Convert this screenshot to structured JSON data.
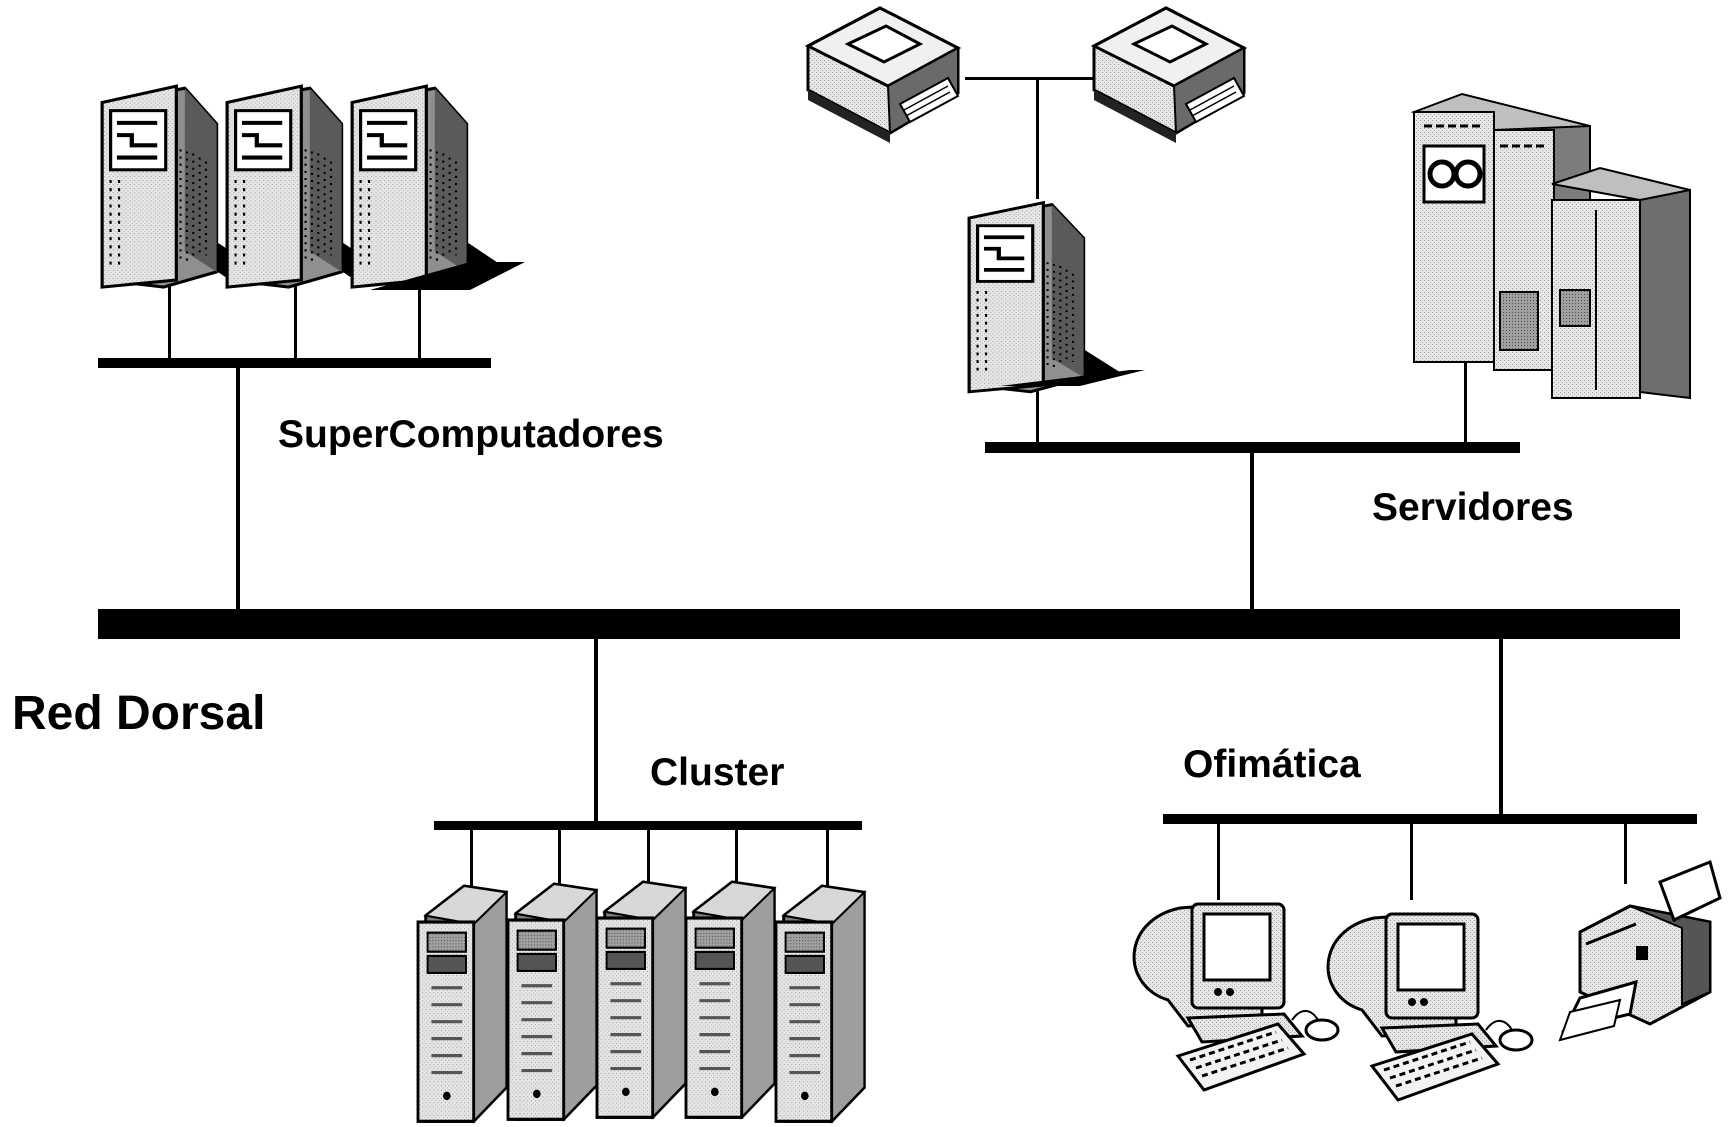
{
  "labels": {
    "supercomputers": "SuperComputadores",
    "servers": "Servidores",
    "backbone": "Red Dorsal",
    "cluster": "Cluster",
    "office": "Ofimática"
  },
  "icons": {
    "supercomputer": "tower-server-icon",
    "printer": "line-printer-icon",
    "server": "tower-server-icon",
    "mainframe": "mainframe-cabinet-icon",
    "cluster_node": "rack-server-icon",
    "workstation": "desktop-computer-icon",
    "office_printer": "inkjet-printer-icon"
  },
  "colors": {
    "line": "#000000",
    "background": "#ffffff",
    "device_light": "#dcdcdc",
    "device_dark": "#8c8c8c"
  }
}
